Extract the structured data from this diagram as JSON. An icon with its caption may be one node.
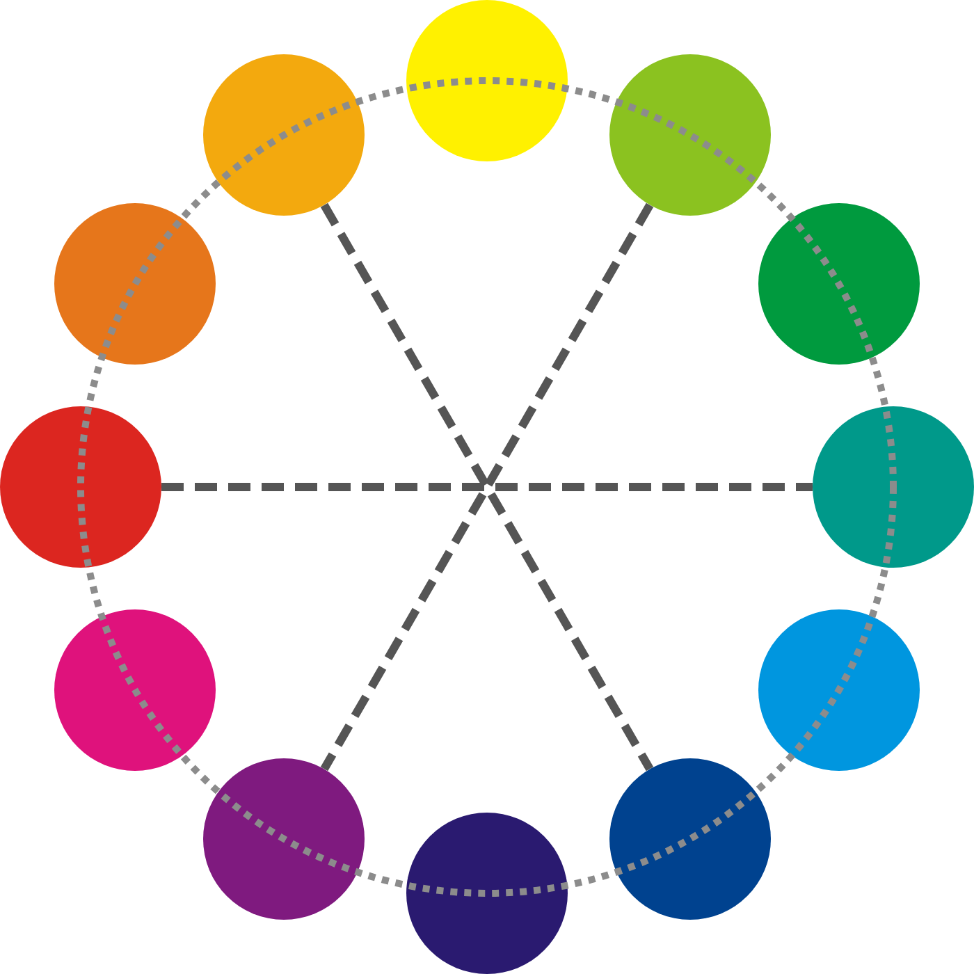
{
  "diagram": {
    "nodes": [
      {
        "text": [],
        "shape": "circle"
      },
      {
        "text": [],
        "shape": "circle"
      },
      {
        "text": [],
        "shape": "circle"
      },
      {
        "text": [],
        "shape": "circle"
      },
      {
        "text": [],
        "shape": "circle"
      },
      {
        "text": [],
        "shape": "circle"
      },
      {
        "text": [],
        "shape": "circle"
      },
      {
        "text": [],
        "shape": "circle"
      },
      {
        "text": [],
        "shape": "circle"
      },
      {
        "text": [],
        "shape": "circle"
      },
      {
        "text": [],
        "shape": "circle"
      },
      {
        "text": [],
        "shape": "circle"
      }
    ],
    "edges": [
      {
        "from": 11,
        "to": 5,
        "arrow": "none",
        "style": "dashed"
      },
      {
        "from": 1,
        "to": 7,
        "arrow": "none",
        "style": "dashed"
      },
      {
        "from": 9,
        "to": 3,
        "arrow": "none",
        "style": "dashed"
      }
    ]
  }
}
